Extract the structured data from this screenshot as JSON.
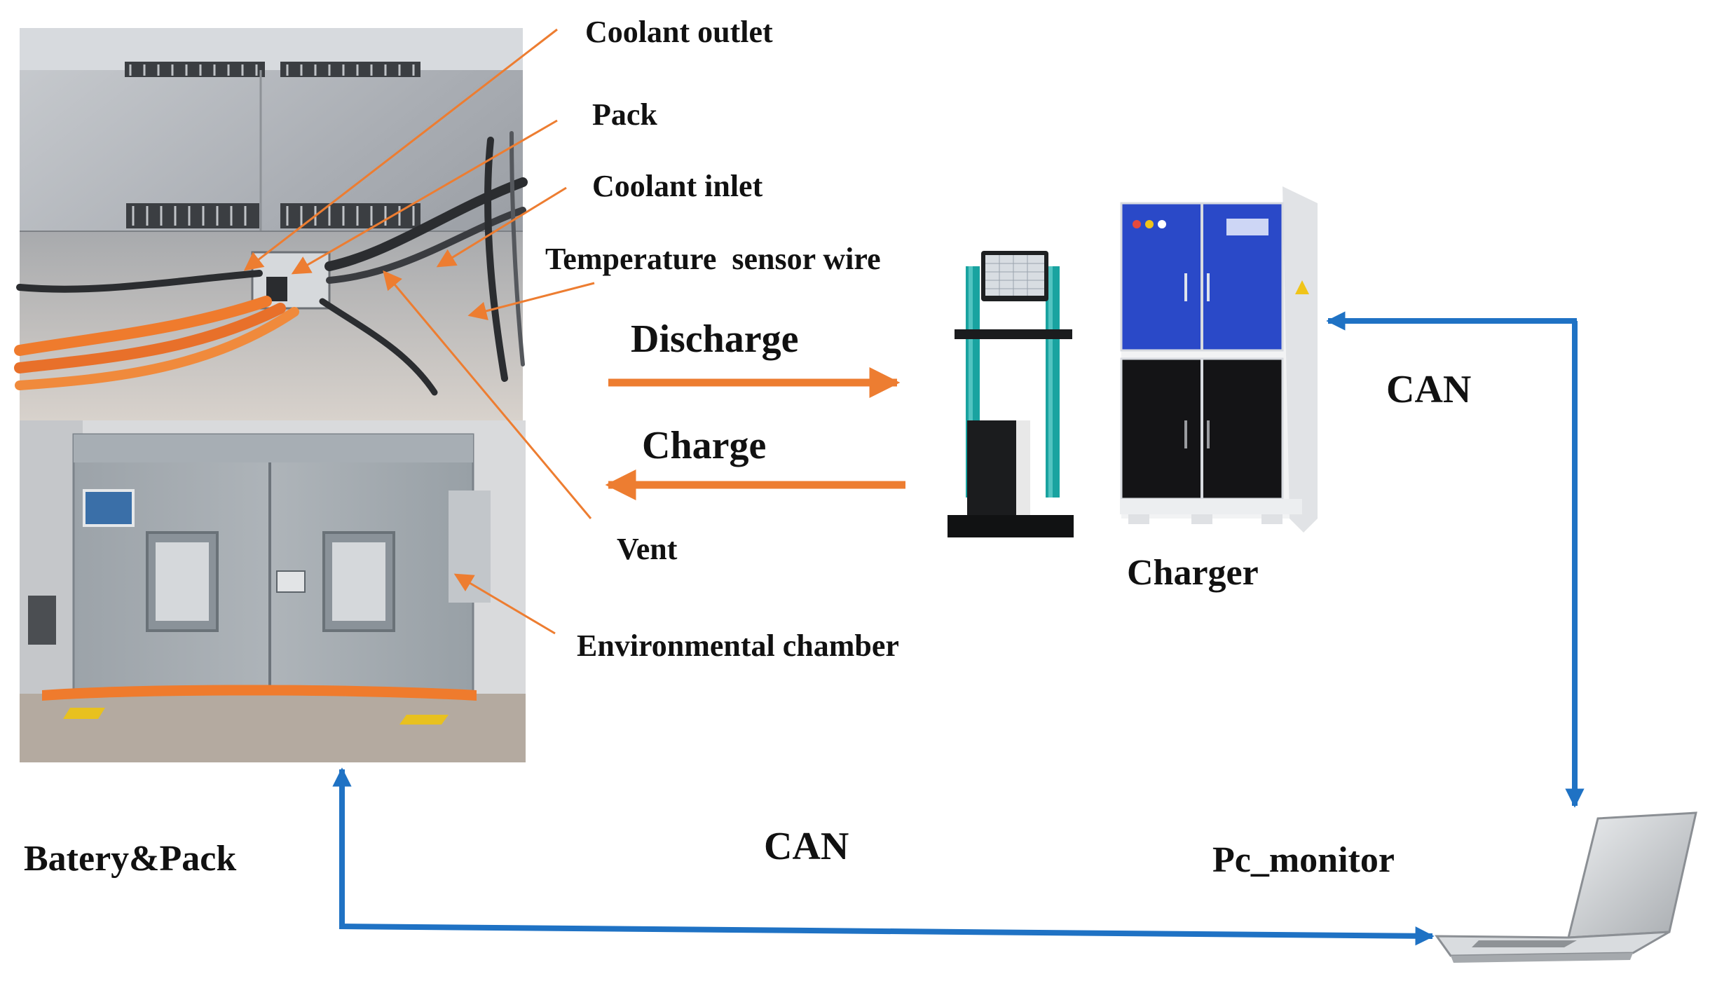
{
  "labels": {
    "coolant_outlet": "Coolant outlet",
    "pack": "Pack",
    "coolant_inlet": "Coolant inlet",
    "temperature_sensor_wire": "Temperature  sensor wire",
    "vent": "Vent",
    "environmental_chamber": "Environmental chamber",
    "discharge": "Discharge",
    "charge": "Charge",
    "charger": "Charger",
    "can_right": "CAN",
    "can_bottom": "CAN",
    "battery_pack": "Batery&Pack",
    "pc_monitor": "Pc_monitor"
  },
  "colors": {
    "callout_orange": "#ed7d31",
    "can_blue": "#1f72c4",
    "text": "#111111"
  },
  "icons": {
    "battery_pack_photo": "battery-pack-photo",
    "environmental_chamber_photo": "environmental-chamber-photo",
    "tester_stand": "battery-tester-stand-icon",
    "charger_cabinet": "charger-cabinet-icon",
    "laptop": "laptop-icon"
  }
}
